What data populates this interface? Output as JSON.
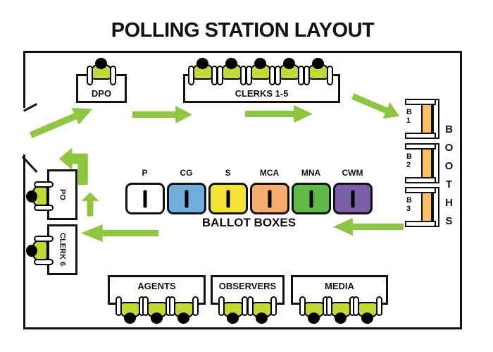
{
  "title": "POLLING STATION LAYOUT",
  "stations": {
    "dpo": "DPO",
    "clerks": "CLERKS 1-5",
    "po": "PO",
    "clerk6": "CLERK 6",
    "agents": "AGENTS",
    "observers": "OBSERVERS",
    "media": "MEDIA"
  },
  "ballot_boxes": {
    "label": "BALLOT BOXES",
    "boxes": [
      {
        "label": "P",
        "color": "#FFFFFF"
      },
      {
        "label": "CG",
        "color": "#6FAEDB"
      },
      {
        "label": "S",
        "color": "#F2E436"
      },
      {
        "label": "MCA",
        "color": "#F9AD6C"
      },
      {
        "label": "MNA",
        "color": "#5FBA46"
      },
      {
        "label": "CWM",
        "color": "#7B5EA7"
      }
    ]
  },
  "booths": {
    "label": "BOOTHS",
    "items": [
      {
        "top": "B",
        "num": "1"
      },
      {
        "top": "B",
        "num": "2"
      },
      {
        "top": "B",
        "num": "3"
      }
    ]
  },
  "people_counts": {
    "dpo": 1,
    "clerks": 5,
    "po": 1,
    "clerk6": 1,
    "agents": 3,
    "observers": 2,
    "media": 3
  },
  "colors": {
    "arrow": "#8DC63F",
    "vest": "#C3D930",
    "booth_desk": "#F8BE62",
    "wall": "#111111"
  }
}
